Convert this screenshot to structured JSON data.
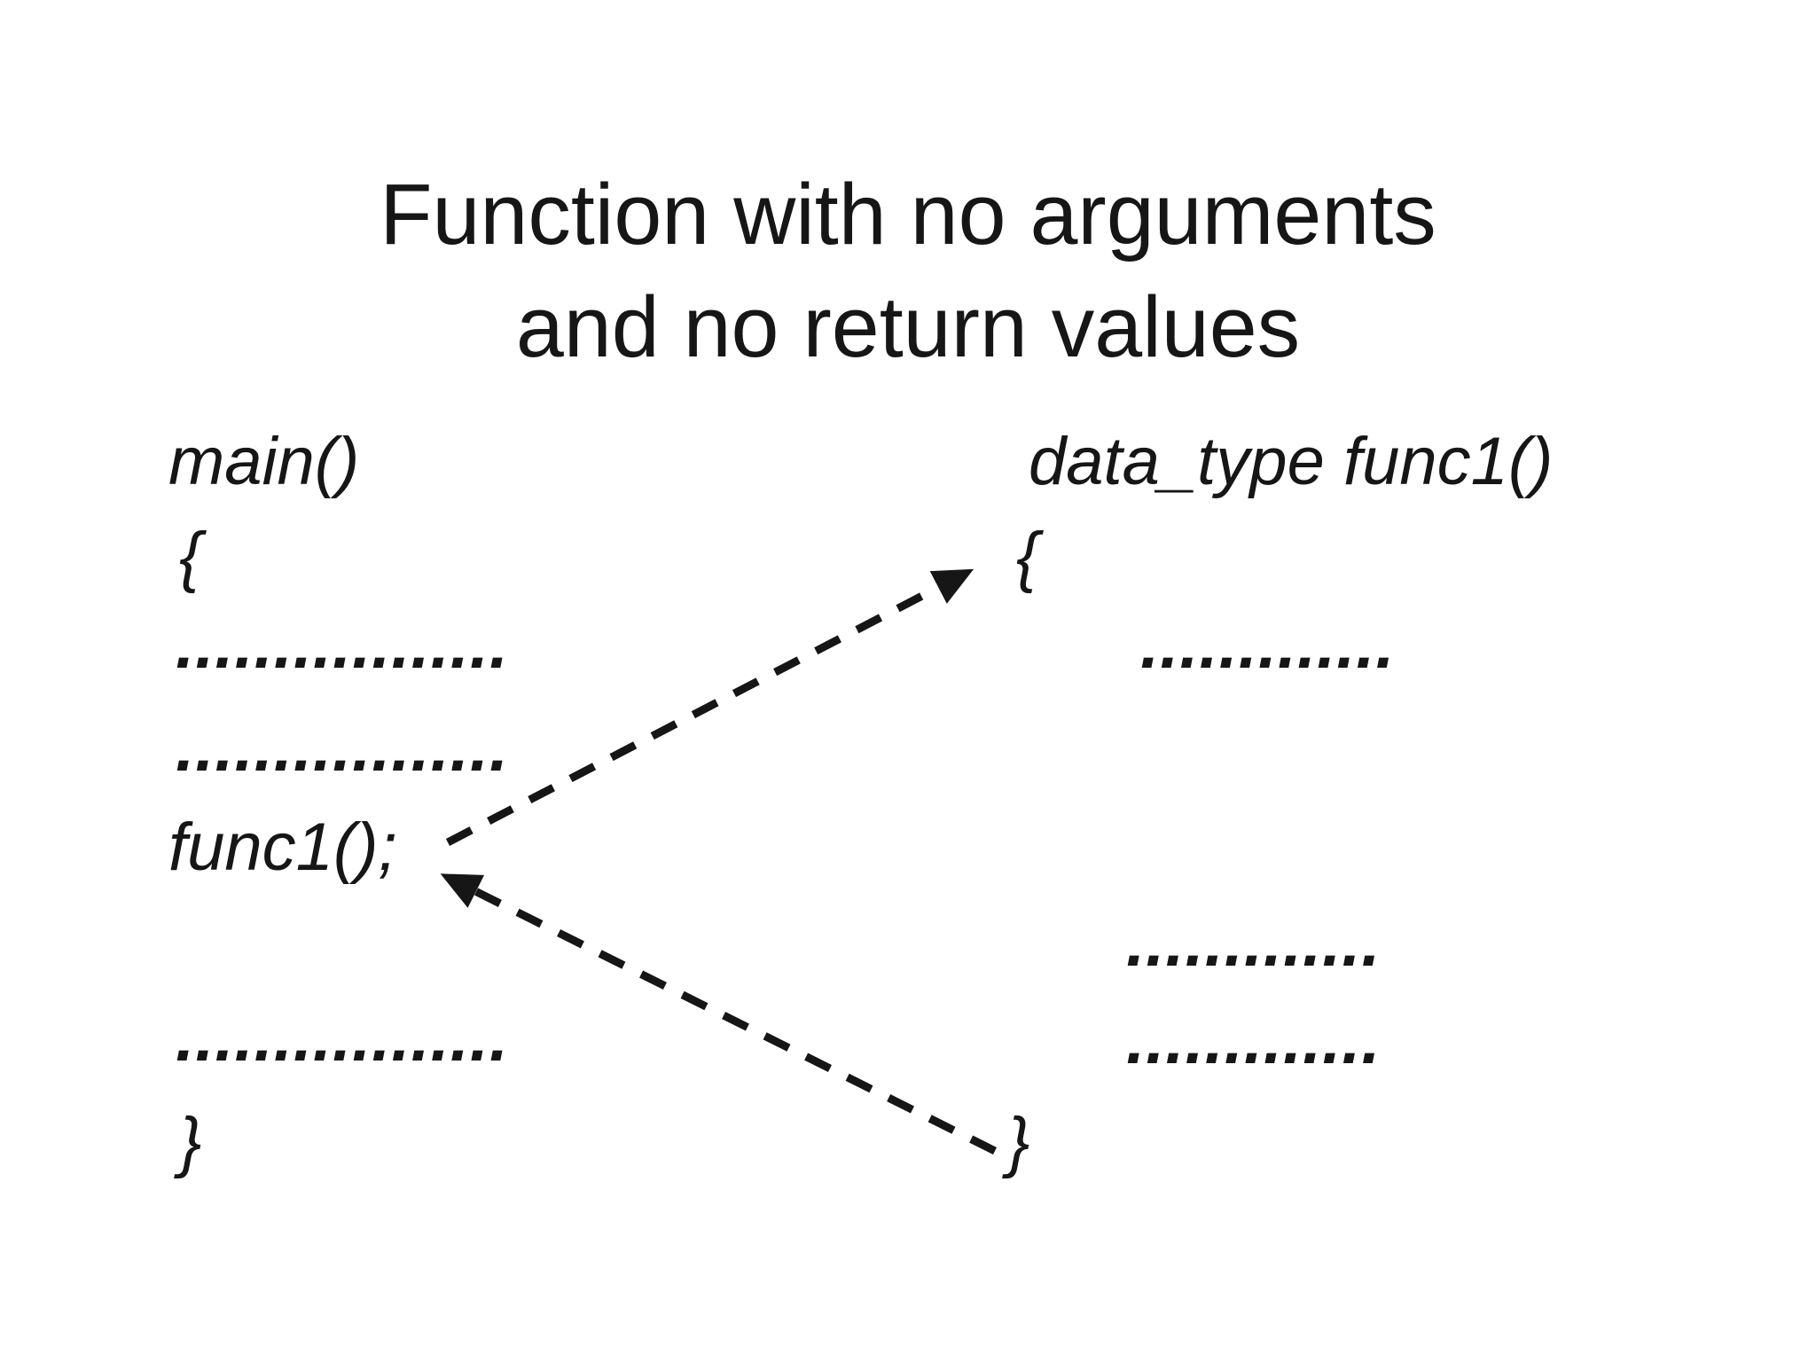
{
  "title": {
    "line1": "Function with no arguments",
    "line2": "and no return values"
  },
  "left_block": {
    "header": "main()",
    "open_brace": "{",
    "dots_1": ".................",
    "dots_2": ".................",
    "call_statement": "func1();",
    "dots_3": ".................",
    "close_brace": "}"
  },
  "right_block": {
    "header": "data_type func1()",
    "open_brace": "{",
    "dots_1": ".............",
    "dots_2": ".............",
    "dots_3": ".............",
    "close_brace": "}"
  },
  "arrows": {
    "call_arrow": "dashed arrow from func1(); call to function body open brace",
    "return_arrow": "dashed arrow from function body close brace back to func1(); call"
  },
  "colors": {
    "ink": "#161616",
    "background": "#ffffff"
  }
}
